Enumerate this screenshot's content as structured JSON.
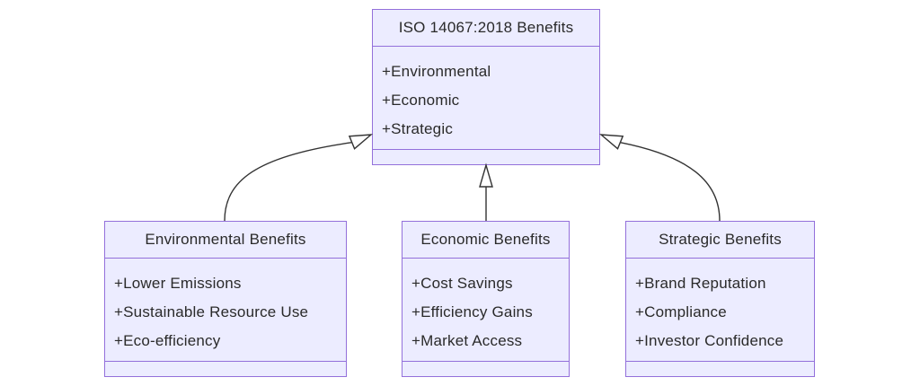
{
  "diagram": {
    "type": "uml-class-diagram",
    "colors": {
      "node_fill": "#ECECFF",
      "node_border": "#9370DB",
      "edge_stroke": "#333333",
      "text": "#2a2a2a",
      "background": "#ffffff"
    },
    "classes": {
      "iso": {
        "title": "ISO 14067:2018 Benefits",
        "attributes": [
          "+Environmental",
          "+Economic",
          "+Strategic"
        ],
        "methods": []
      },
      "environmental": {
        "title": "Environmental Benefits",
        "attributes": [
          "+Lower Emissions",
          "+Sustainable Resource Use",
          "+Eco-efficiency"
        ],
        "methods": []
      },
      "economic": {
        "title": "Economic Benefits",
        "attributes": [
          "+Cost Savings",
          "+Efficiency Gains",
          "+Market Access"
        ],
        "methods": []
      },
      "strategic": {
        "title": "Strategic Benefits",
        "attributes": [
          "+Brand Reputation",
          "+Compliance",
          "+Investor Confidence"
        ],
        "methods": []
      }
    },
    "relationships": [
      {
        "from": "Environmental Benefits",
        "to": "ISO 14067:2018 Benefits",
        "type": "inheritance",
        "arrowhead": "hollow-triangle"
      },
      {
        "from": "Economic Benefits",
        "to": "ISO 14067:2018 Benefits",
        "type": "inheritance",
        "arrowhead": "hollow-triangle"
      },
      {
        "from": "Strategic Benefits",
        "to": "ISO 14067:2018 Benefits",
        "type": "inheritance",
        "arrowhead": "hollow-triangle"
      }
    ]
  }
}
